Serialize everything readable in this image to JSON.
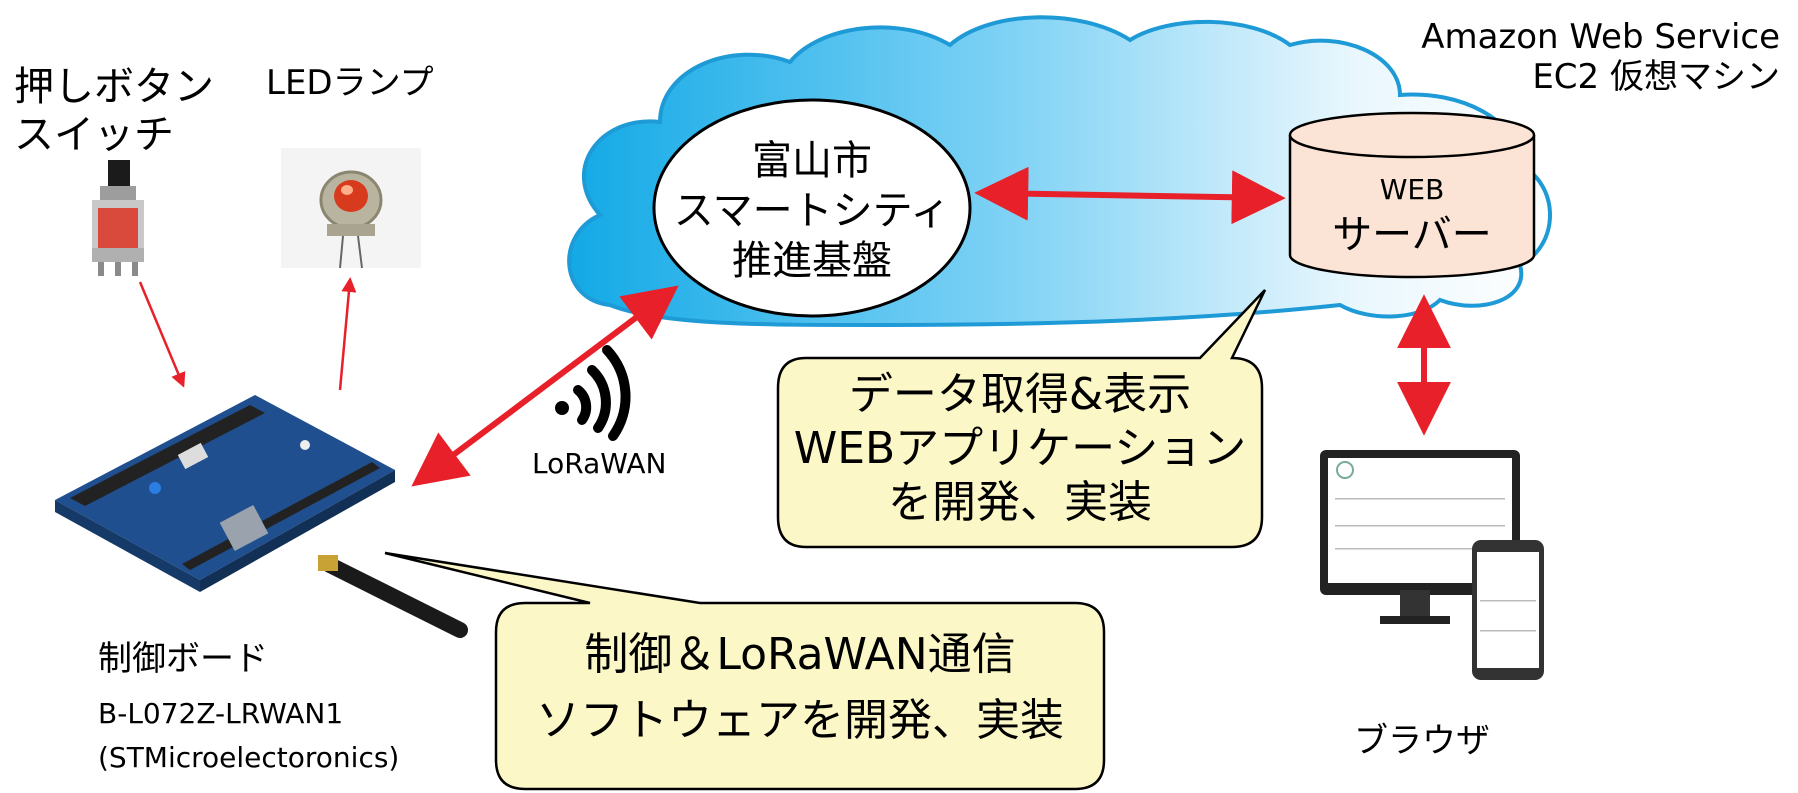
{
  "diagram": {
    "cloud": {
      "provider_line1": "Amazon Web Service",
      "provider_line2": "EC2 仮想マシン"
    },
    "platform": {
      "line1": "富山市",
      "line2": "スマートシティ",
      "line3": "推進基盤"
    },
    "server": {
      "line1": "WEB",
      "line2": "サーバー"
    },
    "devices": {
      "button_line1": "押しボタン",
      "button_line2": "スイッチ",
      "lamp": "LEDランプ",
      "board_title": "制御ボード",
      "board_model": "B-L072Z-LRWAN1",
      "board_maker": "(STMicroelectoronics)"
    },
    "network": {
      "label": "LoRaWAN"
    },
    "callouts": {
      "web_app_line1": "データ取得&表示",
      "web_app_line2": "WEBアプリケーション",
      "web_app_line3": "を開発、実装",
      "firmware_line1": "制御＆LoRaWAN通信",
      "firmware_line2": "ソフトウェアを開発、実装"
    },
    "browser": {
      "label": "ブラウザ"
    },
    "colors": {
      "arrow": "#e8202a",
      "cloud_edge": "#1e9ad6",
      "callout_fill": "#fbf7c6",
      "server_fill": "#fbe4d5"
    }
  }
}
